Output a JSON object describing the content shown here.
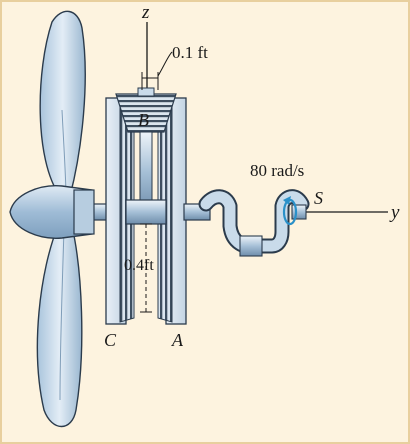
{
  "labels": {
    "z_axis": "z",
    "y_axis": "y",
    "gap_dim": "0.1 ft",
    "gear_b": "B",
    "gear_c": "C",
    "gear_a": "A",
    "spin_rate": "80 rad/s",
    "shaft_s": "S",
    "radius_dim": "0.4ft"
  },
  "colors": {
    "background": "#fdf3df",
    "metal_fill": "#c9dbea",
    "metal_stroke": "#2b3b4c",
    "gear_light": "#e6eef5",
    "teeth_dark": "#3e4f60",
    "arrow_accent": "#2a90c8"
  }
}
